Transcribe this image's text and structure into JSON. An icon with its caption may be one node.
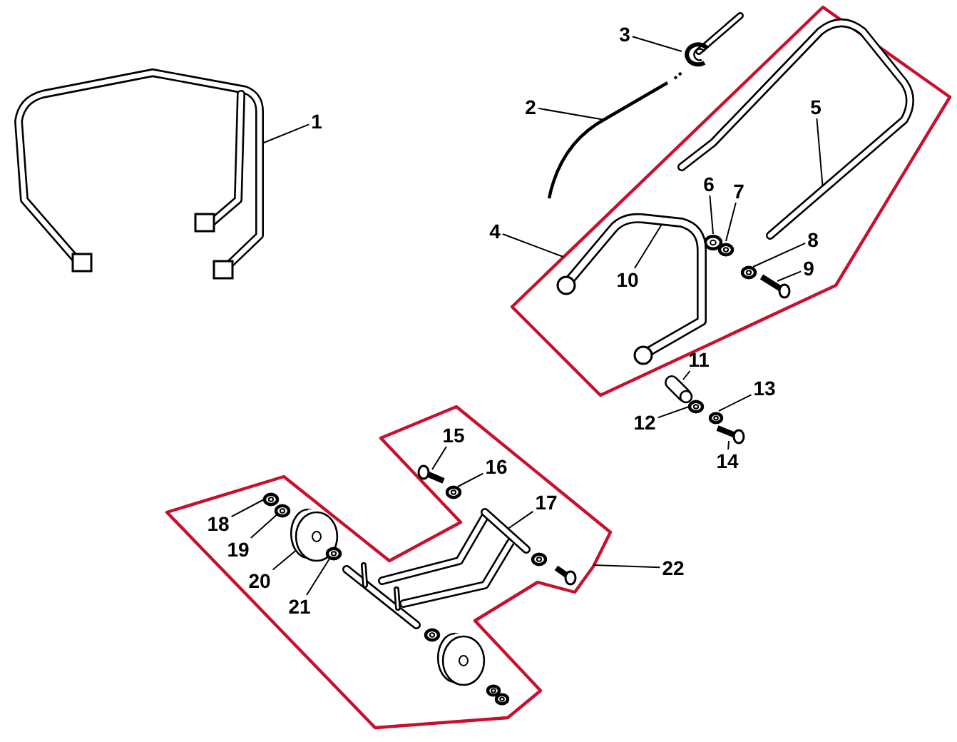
{
  "diagram": {
    "nodes": [
      {
        "text": [
          "1"
        ]
      },
      {
        "text": [],
        "shape": "picture"
      },
      {
        "text": [
          "2"
        ]
      },
      {
        "text": [],
        "shape": "picture"
      },
      {
        "text": [
          "3"
        ]
      },
      {
        "text": [],
        "shape": "picture"
      },
      {
        "text": [
          "4"
        ]
      },
      {
        "text": [],
        "shape": "polygon"
      },
      {
        "text": [],
        "shape": "picture",
        "in": 7
      },
      {
        "text": [
          "5"
        ],
        "in": 8
      },
      {
        "text": [
          "6"
        ],
        "in": 8
      },
      {
        "text": [],
        "shape": "picture",
        "in": 7
      },
      {
        "text": [
          "7"
        ],
        "in": 8
      },
      {
        "text": [],
        "shape": "picture",
        "in": 7
      },
      {
        "text": [
          "8"
        ],
        "in": 7
      },
      {
        "text": [],
        "shape": "picture",
        "in": 7
      },
      {
        "text": [
          "9"
        ],
        "in": 7
      },
      {
        "text": [],
        "shape": "picture",
        "in": 7
      },
      {
        "text": [],
        "shape": "picture",
        "in": 7
      },
      {
        "text": [
          "10"
        ],
        "in": 18
      },
      {
        "text": [
          "11"
        ]
      },
      {
        "text": [],
        "shape": "picture"
      },
      {
        "text": [
          "12"
        ]
      },
      {
        "text": [],
        "shape": "picture"
      },
      {
        "text": [
          "13"
        ]
      },
      {
        "text": [],
        "shape": "picture"
      },
      {
        "text": [
          "14"
        ]
      },
      {
        "text": [],
        "shape": "picture"
      },
      {
        "text": [],
        "shape": "polygon"
      },
      {
        "text": [
          "22"
        ]
      },
      {
        "text": [
          "15"
        ],
        "in": 28
      },
      {
        "text": [],
        "shape": "picture",
        "in": 28
      },
      {
        "text": [
          "16"
        ],
        "in": 28
      },
      {
        "text": [],
        "shape": "picture",
        "in": 28
      },
      {
        "text": [
          "17"
        ],
        "in": 28
      },
      {
        "text": [],
        "shape": "picture",
        "in": 28
      },
      {
        "text": [
          "18"
        ],
        "in": 28
      },
      {
        "text": [],
        "shape": "picture",
        "in": 28
      },
      {
        "text": [
          "19"
        ],
        "in": 28
      },
      {
        "text": [],
        "shape": "picture",
        "in": 28
      },
      {
        "text": [
          "20"
        ],
        "in": 28
      },
      {
        "text": [],
        "shape": "picture",
        "in": 28
      },
      {
        "text": [
          "21"
        ],
        "in": 28
      },
      {
        "text": [],
        "shape": "picture",
        "in": 28
      }
    ],
    "edges": [
      {
        "from": 0,
        "to": 1,
        "arrow": "none"
      },
      {
        "from": 2,
        "to": 3,
        "arrow": "none"
      },
      {
        "from": 4,
        "to": 5,
        "arrow": "none"
      },
      {
        "from": 6,
        "to": 7,
        "arrow": "none"
      },
      {
        "from": 9,
        "to": 8,
        "arrow": "none"
      },
      {
        "from": 10,
        "to": 11,
        "arrow": "none"
      },
      {
        "from": 12,
        "to": 13,
        "arrow": "none"
      },
      {
        "from": 14,
        "to": 15,
        "arrow": "none"
      },
      {
        "from": 16,
        "to": 17,
        "arrow": "none"
      },
      {
        "from": 19,
        "to": 18,
        "arrow": "none"
      },
      {
        "from": 20,
        "to": 21,
        "arrow": "none"
      },
      {
        "from": 22,
        "to": 23,
        "arrow": "none"
      },
      {
        "from": 24,
        "to": 25,
        "arrow": "none"
      },
      {
        "from": 26,
        "to": 27,
        "arrow": "none"
      },
      {
        "from": 29,
        "to": 28,
        "arrow": "none"
      },
      {
        "from": 30,
        "to": 31,
        "arrow": "none"
      },
      {
        "from": 32,
        "to": 33,
        "arrow": "none"
      },
      {
        "from": 34,
        "to": 35,
        "arrow": "none"
      },
      {
        "from": 36,
        "to": 37,
        "arrow": "none"
      },
      {
        "from": 38,
        "to": 39,
        "arrow": "none"
      },
      {
        "from": 40,
        "to": 41,
        "arrow": "none"
      },
      {
        "from": 42,
        "to": 43,
        "arrow": "none"
      }
    ]
  }
}
